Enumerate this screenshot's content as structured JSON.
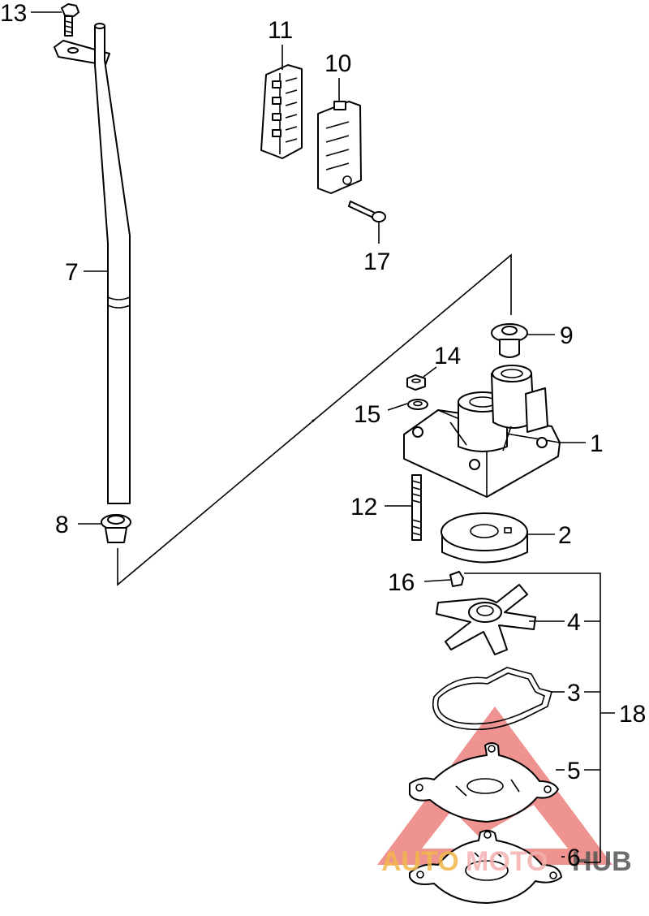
{
  "diagram": {
    "callouts": [
      {
        "id": "c1",
        "text": "1"
      },
      {
        "id": "c2",
        "text": "2"
      },
      {
        "id": "c3",
        "text": "3"
      },
      {
        "id": "c4",
        "text": "4"
      },
      {
        "id": "c5",
        "text": "5"
      },
      {
        "id": "c6",
        "text": "6"
      },
      {
        "id": "c7",
        "text": "7"
      },
      {
        "id": "c8",
        "text": "8"
      },
      {
        "id": "c9",
        "text": "9"
      },
      {
        "id": "c10",
        "text": "10"
      },
      {
        "id": "c11",
        "text": "11"
      },
      {
        "id": "c12",
        "text": "12"
      },
      {
        "id": "c13",
        "text": "13"
      },
      {
        "id": "c14",
        "text": "14"
      },
      {
        "id": "c15",
        "text": "15"
      },
      {
        "id": "c16",
        "text": "16"
      },
      {
        "id": "c17",
        "text": "17"
      },
      {
        "id": "c18",
        "text": "18"
      }
    ]
  },
  "watermark": {
    "text": "AUTOMOTOHUB",
    "part1": "AUTO",
    "part2": "MOTO",
    "part3": "HUB",
    "colors": {
      "auto": "#f2b84a",
      "moto": "#f3b2b0",
      "hub": "#555555",
      "triangle": "#e23b36"
    }
  }
}
